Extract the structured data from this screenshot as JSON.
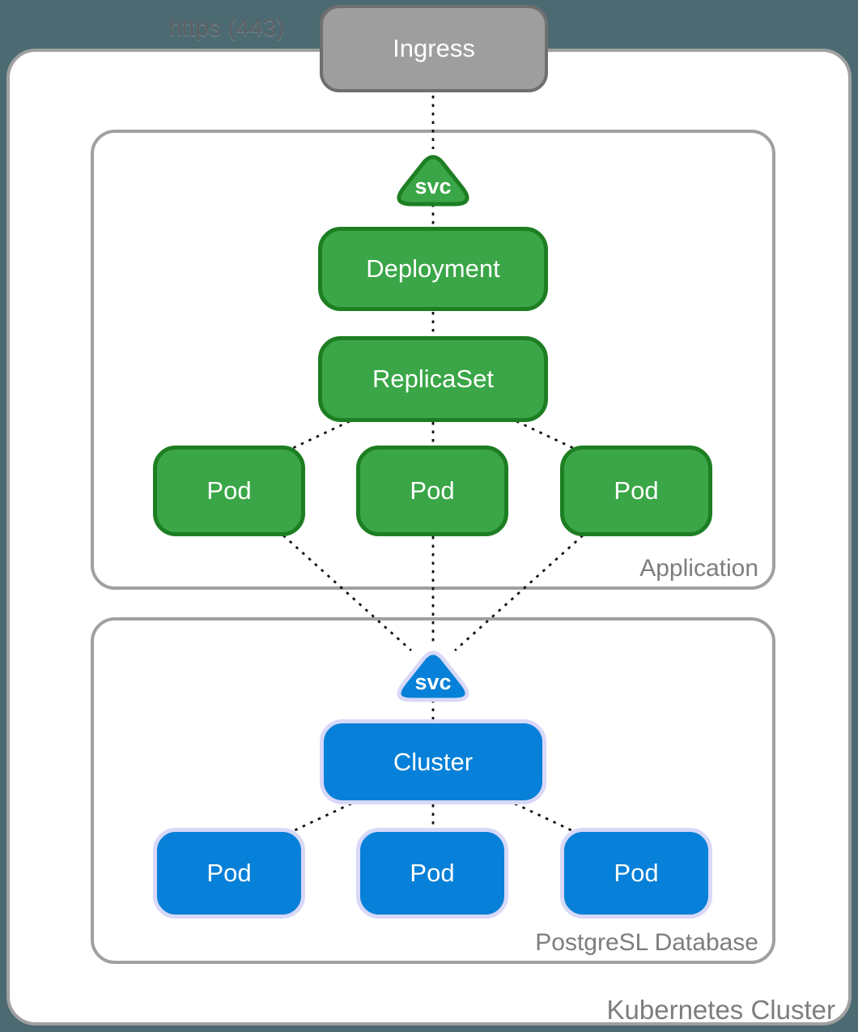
{
  "https_label": "https (443)",
  "ingress": {
    "label": "Ingress"
  },
  "outer": {
    "label": "Kubernetes Cluster"
  },
  "application": {
    "label": "Application",
    "svc_label": "svc",
    "deployment_label": "Deployment",
    "replicaset_label": "ReplicaSet",
    "pods": [
      "Pod",
      "Pod",
      "Pod"
    ]
  },
  "database": {
    "label": "PostgreSL Database",
    "svc_label": "svc",
    "cluster_label": "Cluster",
    "pods": [
      "Pod",
      "Pod",
      "Pod"
    ]
  },
  "colors": {
    "background": "#4c6a72",
    "green-fill": "#3aa647",
    "green-border": "#1d7e22",
    "blue-fill": "#0680d8",
    "blue-border": "#d8d8f8",
    "ingress-fill": "#9e9e9e",
    "ingress-border": "#6f6f6f",
    "box-border": "#a0a0a0",
    "label-gray": "#7d7d7d",
    "connector": "#111111"
  }
}
